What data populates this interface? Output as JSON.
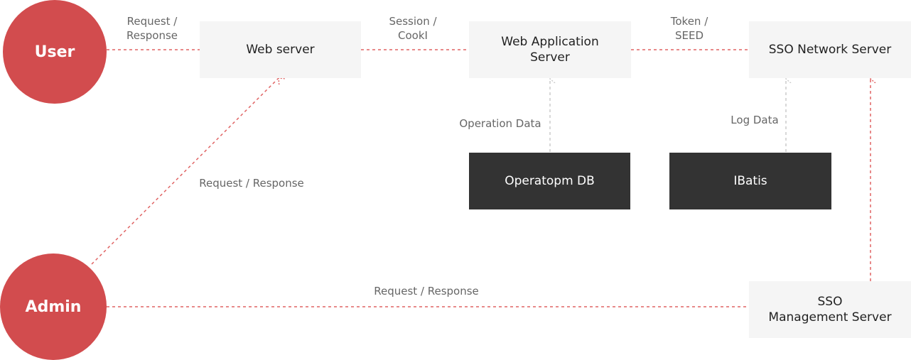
{
  "colors": {
    "actor": "#d24c4e",
    "dark_box": "#333333",
    "light_box": "#f5f5f5",
    "red_line": "#e06464",
    "grey_line": "#cccccc",
    "label": "#666666"
  },
  "actors": {
    "user": "User",
    "admin": "Admin"
  },
  "nodes": {
    "web_server": "Web server",
    "web_app_server": "Web Application\nServer",
    "sso_network_server": "SSO Network Server",
    "operation_db": "Operatopm DB",
    "ibatis": "IBatis",
    "sso_management_server": "SSO\nManagement Server"
  },
  "labels": {
    "user_web": "Request /\nResponse",
    "web_app": "Session /\nCookI",
    "app_sso": "Token /\nSEED",
    "operation_data": "Operation Data",
    "log_data": "Log Data",
    "admin_web": "Request / Response",
    "admin_sso": "Request / Response"
  }
}
